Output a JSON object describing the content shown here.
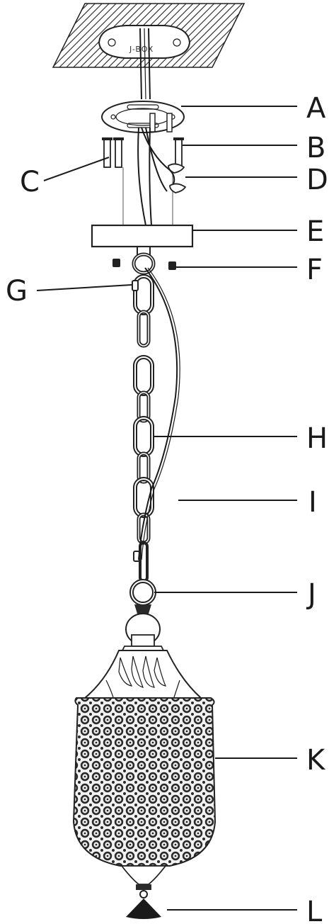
{
  "diagram": {
    "jbox_label": "J-BOX",
    "callouts": [
      {
        "id": "A",
        "label": "A"
      },
      {
        "id": "B",
        "label": "B"
      },
      {
        "id": "C",
        "label": "C"
      },
      {
        "id": "D",
        "label": "D"
      },
      {
        "id": "E",
        "label": "E"
      },
      {
        "id": "F",
        "label": "F"
      },
      {
        "id": "G",
        "label": "G"
      },
      {
        "id": "H",
        "label": "H"
      },
      {
        "id": "I",
        "label": "I"
      },
      {
        "id": "J",
        "label": "J"
      },
      {
        "id": "K",
        "label": "K"
      },
      {
        "id": "L",
        "label": "L"
      }
    ]
  }
}
